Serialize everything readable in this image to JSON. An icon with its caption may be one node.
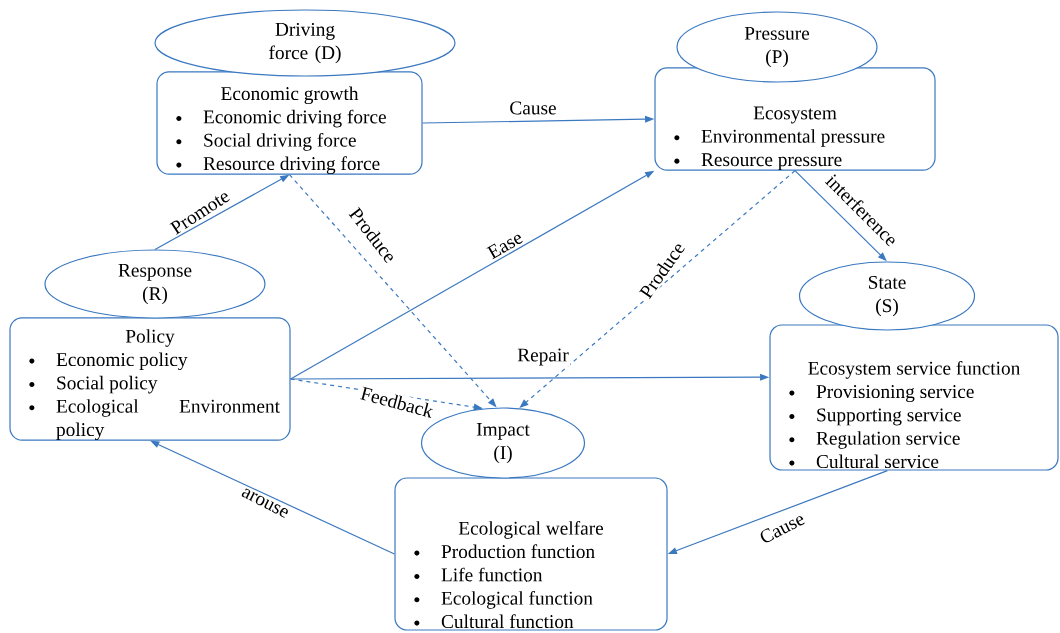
{
  "diagram": {
    "nodes": [
      {
        "text": [
          "Driving force (D)"
        ]
      },
      {
        "text": [
          "Economic growth",
          "Economic driving force",
          "Social driving force",
          "Resource driving force"
        ]
      },
      {
        "text": [
          "Pressure (P)"
        ]
      },
      {
        "text": [
          "Ecosystem",
          "Environmental pressure",
          "Resource pressure"
        ]
      },
      {
        "text": [
          "Response (R)"
        ]
      },
      {
        "text": [
          "Policy",
          "Economic policy",
          "Social policy",
          "Ecological Environment policy"
        ]
      },
      {
        "text": [
          "State (S)"
        ]
      },
      {
        "text": [
          "Ecosystem service function",
          "Provisioning service",
          "Supporting service",
          "Regulation service",
          "Cultural service"
        ]
      },
      {
        "text": [
          "Impact (I)"
        ]
      },
      {
        "text": [
          "Ecological welfare",
          "Production function",
          "Life function",
          "Ecological function",
          "Cultural function"
        ]
      }
    ],
    "edges": [
      {
        "from": 1,
        "to": 3,
        "arrow": "to",
        "label": "Cause"
      },
      {
        "from": 4,
        "to": 1,
        "arrow": "to",
        "label": "Promote"
      },
      {
        "from": 1,
        "to": 8,
        "arrow": "to",
        "label": "Produce",
        "style": "dashed"
      },
      {
        "from": 5,
        "to": 3,
        "arrow": "to",
        "label": "Ease"
      },
      {
        "from": 3,
        "to": 6,
        "arrow": "to",
        "label": "interference"
      },
      {
        "from": 3,
        "to": 8,
        "arrow": "to",
        "label": "Produce",
        "style": "dashed"
      },
      {
        "from": 5,
        "to": 7,
        "arrow": "to",
        "label": "Repair"
      },
      {
        "from": 5,
        "to": 8,
        "arrow": "to",
        "label": "Feedback",
        "style": "dashed"
      },
      {
        "from": 7,
        "to": 9,
        "arrow": "to",
        "label": "Cause"
      },
      {
        "from": 9,
        "to": 5,
        "arrow": "to",
        "label": "arouse"
      }
    ]
  }
}
